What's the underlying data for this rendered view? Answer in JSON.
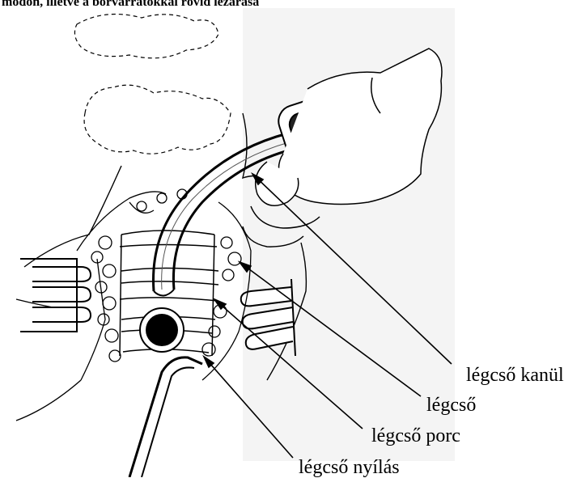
{
  "caption": "módon, illetve a bőrvarratokkal rövid lezárása",
  "labels": {
    "tracheal_cannula": "légcső kanül",
    "trachea": "légcső",
    "tracheal_cartilage": "légcső porc",
    "tracheal_opening": "légcső nyílás"
  },
  "colors": {
    "ink": "#000000",
    "paper": "#ffffff",
    "scan_grey": "#f2f2f2"
  }
}
